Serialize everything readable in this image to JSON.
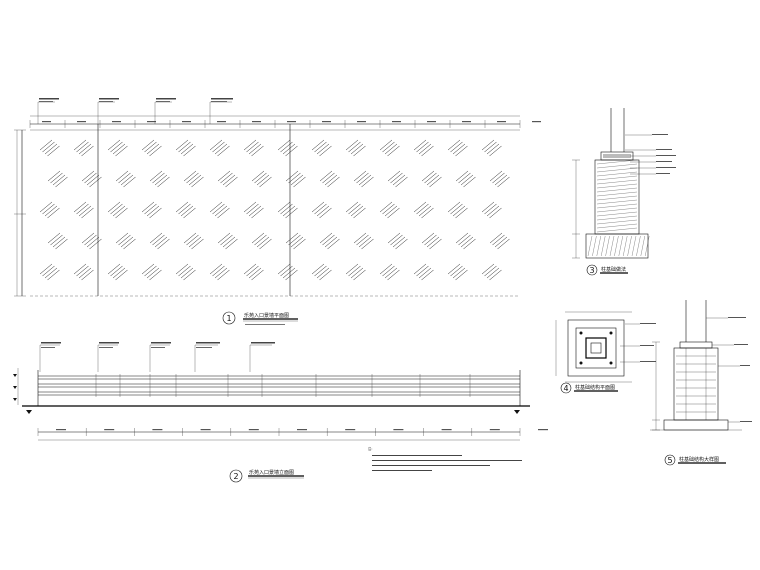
{
  "drawing": {
    "view1": {
      "number": "1",
      "title": "乐苑入口景墙平面图"
    },
    "view2": {
      "number": "2",
      "title": "乐苑入口景墙立面图"
    },
    "view3": {
      "number": "3",
      "title": "柱基础做法"
    },
    "view4": {
      "number": "4",
      "title": "柱基础结构平面图"
    },
    "view5": {
      "number": "5",
      "title": "柱基础结构大样图"
    },
    "notes_heading": "注："
  }
}
